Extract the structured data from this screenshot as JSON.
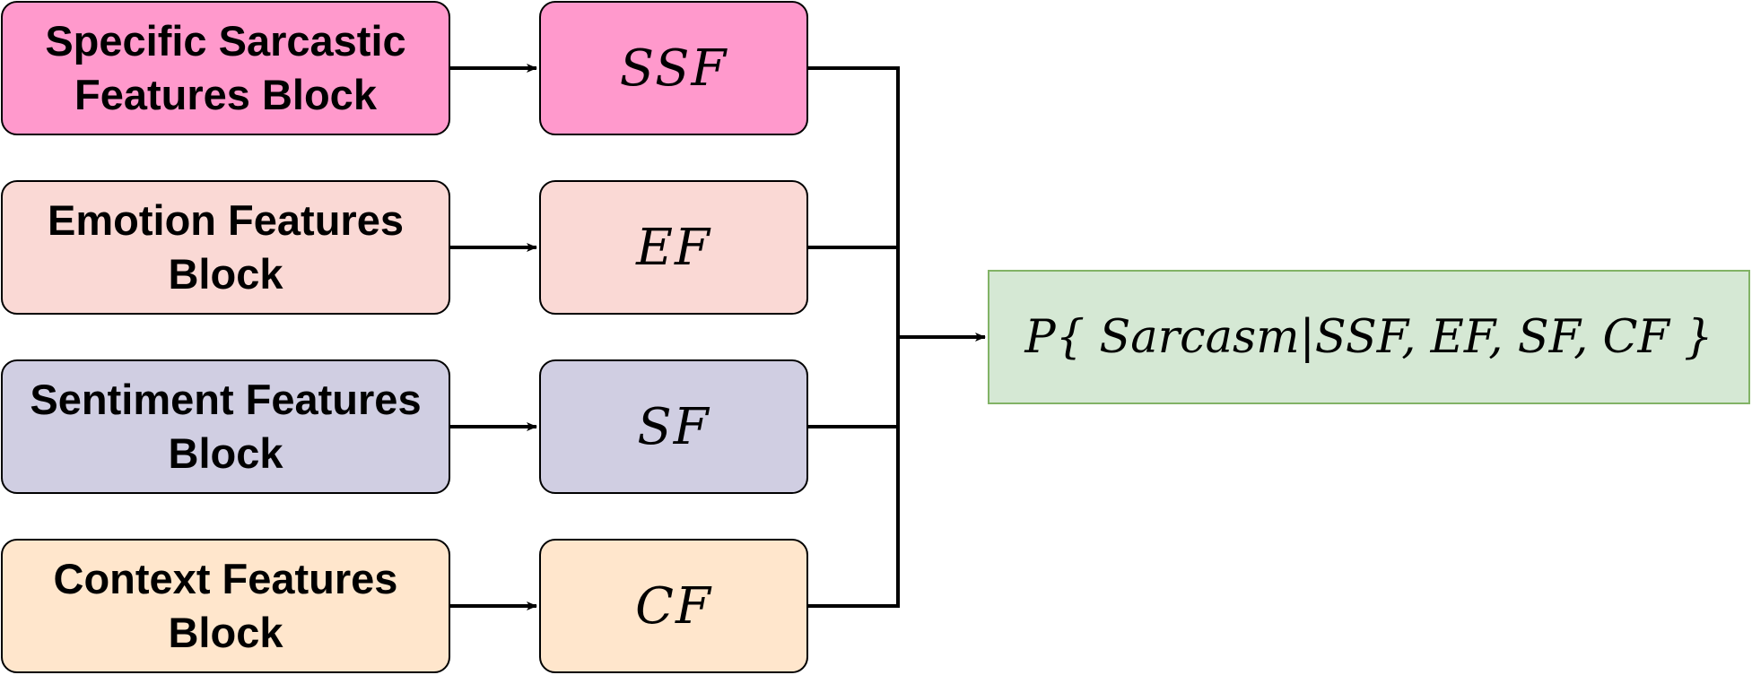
{
  "blocks": [
    {
      "label": "Specific Sarcastic\nFeatures Block",
      "feature": "SSF",
      "color": "#ff99cc"
    },
    {
      "label": "Emotion Features\nBlock",
      "feature": "EF",
      "color": "#fad9d5"
    },
    {
      "label": "Sentiment Features\nBlock",
      "feature": "SF",
      "color": "#d0cee2"
    },
    {
      "label": "Context Features\nBlock",
      "feature": "CF",
      "color": "#ffe6cc"
    }
  ],
  "output": {
    "label": "P{ Sarcasm|SSF, EF, SF, CF }",
    "fill": "#d5e8d4",
    "border": "#82b366"
  }
}
